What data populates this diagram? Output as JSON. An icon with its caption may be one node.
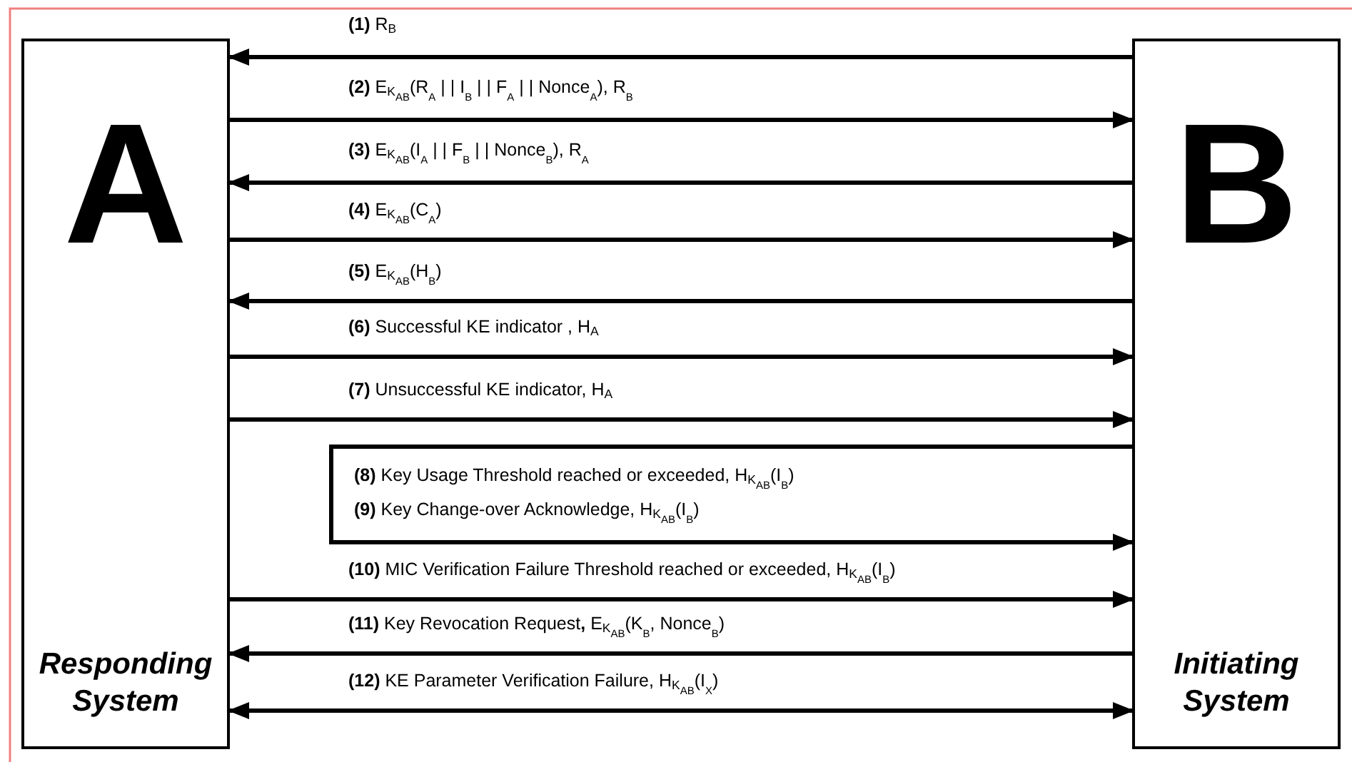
{
  "diagram": {
    "nodes": [
      {
        "text": [
          "A",
          "Responding System"
        ]
      },
      {
        "text": [
          "B",
          "Initiating System"
        ]
      }
    ],
    "edges": [
      {
        "from": 1,
        "to": 0,
        "arrow": "to",
        "label": "**(1)** R$_{B}$"
      },
      {
        "from": 0,
        "to": 1,
        "arrow": "to",
        "label": "**(2)** E$_{K}$$_{AB}$(R$_{A}$ | | I$_{B}$ | | F$_{A}$ | | Nonce$_{A}$), R$_{B}$"
      },
      {
        "from": 1,
        "to": 0,
        "arrow": "to",
        "label": "**(3)** E$_{K}$$_{AB}$(I$_{A}$ | | F$_{B}$ | | Nonce$_{B}$), R$_{A}$"
      },
      {
        "from": 0,
        "to": 1,
        "arrow": "to",
        "label": "**(4)** E$_{K}$$_{AB}$(C$_{A}$)"
      },
      {
        "from": 1,
        "to": 0,
        "arrow": "to",
        "label": "**(5)** E$_{K}$$_{AB}$(H$_{B}$)"
      },
      {
        "from": 0,
        "to": 1,
        "arrow": "to",
        "label": "**(6)** Successful KE indicator , H$_{A}$"
      },
      {
        "from": 0,
        "to": 1,
        "arrow": "to",
        "label": "**(7)** Unsuccessful KE indicator, H$_{A}$"
      },
      {
        "from": 1,
        "to": 1,
        "arrow": "to",
        "label": "**(8)** Key Usage Threshold reached or exceeded, H$_{K}$$_{AB}$(I$_{B}$)"
      },
      {
        "from": 0,
        "to": 1,
        "arrow": "to",
        "label": "**(10)** MIC Verification Failure Threshold reached or exceeded, H$_{K}$$_{AB}$(I$_{B}$)"
      },
      {
        "from": 1,
        "to": 0,
        "arrow": "to",
        "label": "**(11)** Key Revocation Request**,** E$_{K}$$_{AB}$(K$_{B}$, Nonce$_{B}$)"
      },
      {
        "from": 0,
        "to": 1,
        "arrow": "both",
        "label": "**(12)** KE Parameter Verification Failure, H$_{K}$$_{AB}$(I$_{X}$)"
      }
    ],
    "labels": [
      "**(9)** Key Change-over Acknowledge, H$_{K}$$_{AB}$(I$_{B}$)"
    ]
  }
}
